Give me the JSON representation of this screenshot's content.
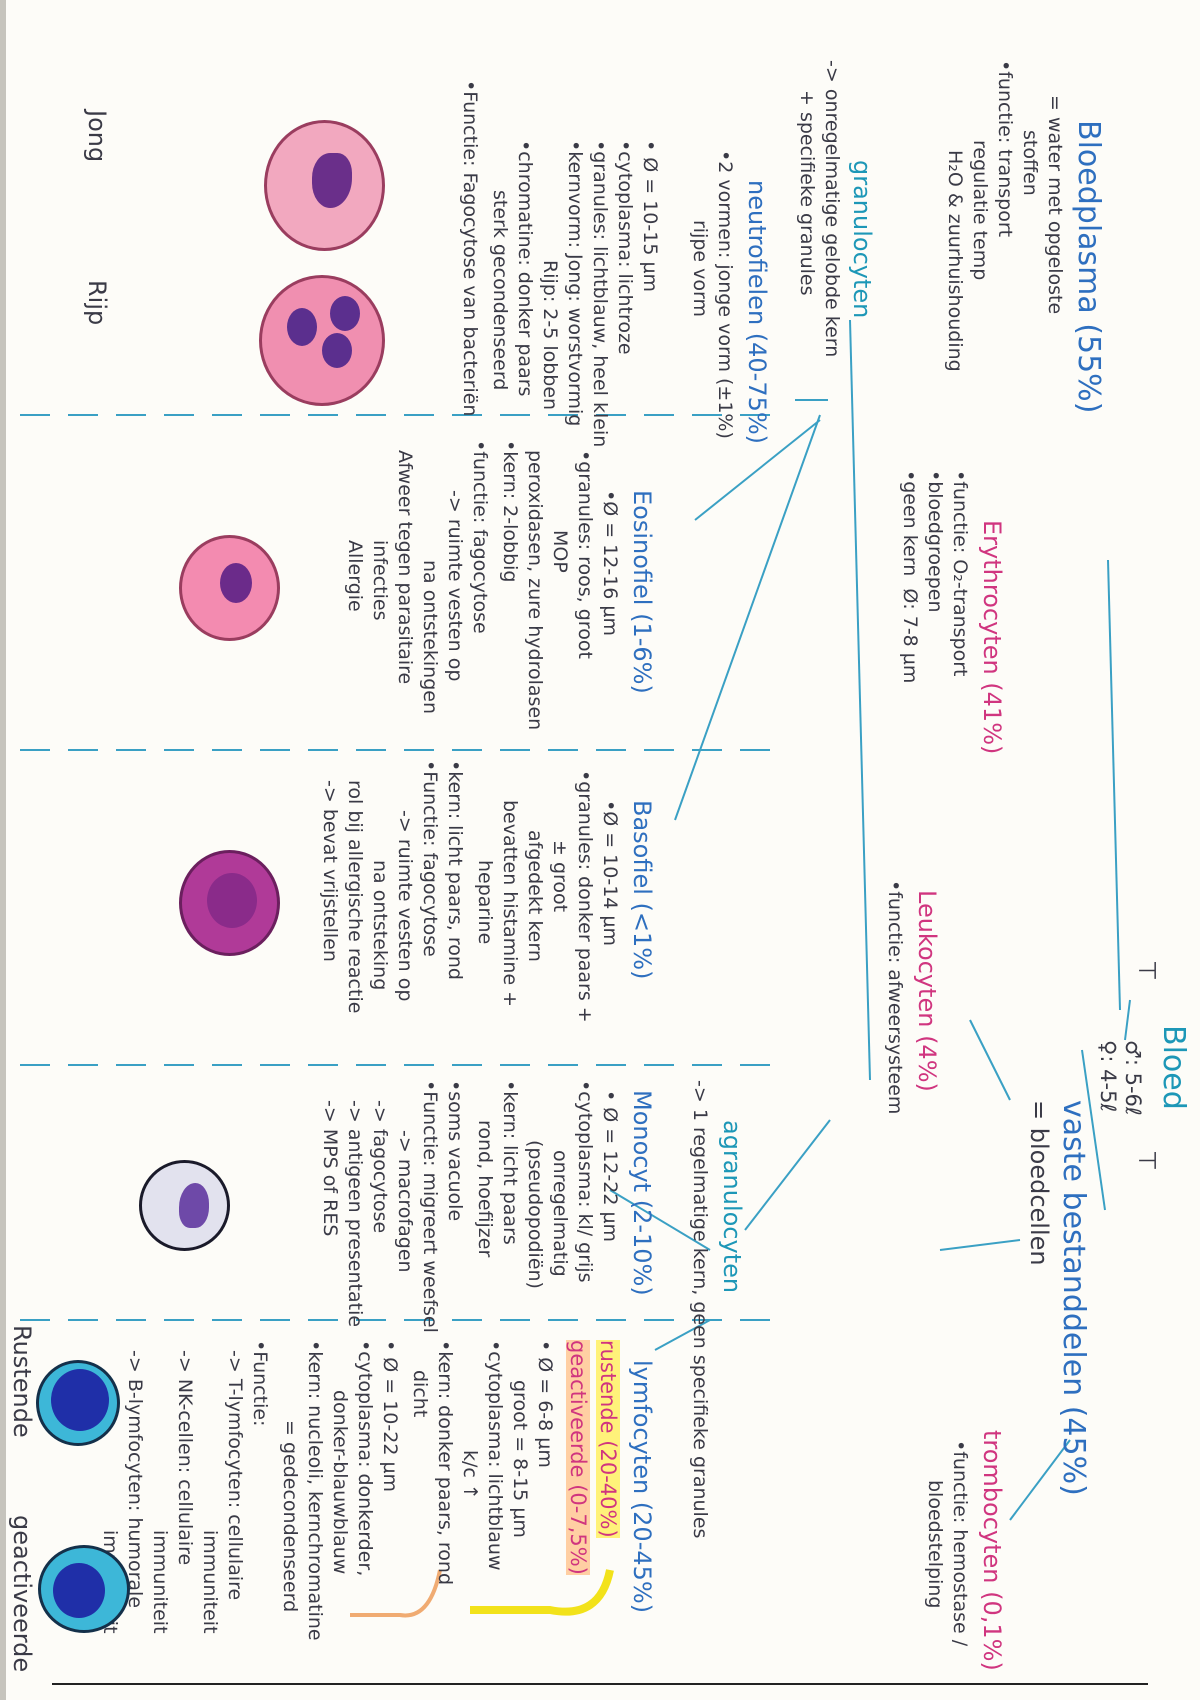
{
  "root": {
    "title": "Bloed",
    "stat_male": "♂: 5-6ℓ",
    "stat_female": "♀: 4-5ℓ",
    "sym_left": "⊤",
    "sym_right": "⊤"
  },
  "plasma": {
    "title": "Bloedplasma (55%)",
    "lines": [
      "= water met opgeloste",
      "stoffen",
      "•functie: transport",
      "regulatie temp",
      "H₂O & zuurhuishouding"
    ]
  },
  "vaste": {
    "title": "vaste bestanddelen (45%)",
    "sub": "= bloedcellen"
  },
  "erythro": {
    "title": "Erythrocyten (41%)",
    "lines": [
      "•functie: O₂-transport",
      "•bloedgroepen",
      "•geen kern  Ø: 7-8 µm"
    ]
  },
  "leuko": {
    "title": "Leukocyten (4%)",
    "sub": "•functie: afweersysteem"
  },
  "thrombo": {
    "title": "trombocyten (0,1%)",
    "lines": [
      "•functie: hemostase /",
      "bloedstelping"
    ]
  },
  "granulo": {
    "title": "granulocyten",
    "lines": [
      "-> onregelmatige gelobde kern",
      "+ specifieke granules"
    ]
  },
  "agranulo": {
    "title": "agranulocyten",
    "lines": [
      "-> 1 regelmatige kern, geen specifieke granules"
    ]
  },
  "neutro": {
    "title": "neutrofielen (40-75%)",
    "lines": [
      "•2 vormen: jonge vorm (±1%)",
      "rijpe vorm",
      "• Ø = 10-15 µm",
      "•cytoplasma: lichtroze",
      "•granules: lichtblauw, heel klein",
      "•kernvorm: Jong: worstvormig",
      "Rijp: 2-5 lobben",
      "•chromatine: donker paars",
      "sterk gecondenseerd",
      "•Functie: Fagocytose van bacteriën"
    ],
    "cell_labels": [
      "Jong",
      "Rijp"
    ]
  },
  "eosino": {
    "title": "Eosinofiel (1-6%)",
    "lines": [
      "•Ø = 12-16 µm",
      "•granules: roos, groot",
      "MOP",
      "peroxidasen, zure hydrolasen",
      "•kern: 2-lobbig",
      "•functie: fagocytose",
      "-> ruimte vesten op",
      "na ontstekingen",
      "Afweer tegen parasitaire",
      "infecties",
      "Allergie"
    ]
  },
  "baso": {
    "title": "Basofiel (<1%)",
    "lines": [
      "•Ø = 10-14 µm",
      "•granules: donker paars +",
      "± groot",
      "afgedekt kern",
      "bevatten histamine +",
      "heparine",
      "•kern: licht paars, rond",
      "•Functie: fagocytose",
      "-> ruimte vesten op",
      "na ontsteking",
      "rol bij allergische reactie",
      "-> bevat vrijstellen"
    ]
  },
  "mono": {
    "title": "Monocyt (2-10%)",
    "lines": [
      "• Ø = 12-22 µm",
      "•cytoplasma: kl/ grijs",
      "onregelmatig",
      "(pseudopodiën)",
      "•kern: licht paars",
      "rond, hoefijzer",
      "•soms vacuole",
      "•Functie: migreert weefsel",
      "-> macrofagen",
      "-> fagocytose",
      "-> antigeen presentatie",
      "-> MPS of RES"
    ]
  },
  "lympho": {
    "title": "lymfocyten (20-45%)",
    "rustend": "rustende (20-40%)",
    "geactiveerd": "geactiveerde (0-7,5%)",
    "r_lines": [
      "• Ø = 6-8 µm",
      "groot = 8-15 µm",
      "•cytoplasma: lichtblauw",
      "k/c ↑",
      "•kern: donker paars, rond",
      "dicht"
    ],
    "g_lines": [
      "• Ø = 10-22 µm",
      "•cytoplasma: donkerder,",
      "donker-blauwblauw",
      "•kern: nucleoli, kernchromatine",
      "= gedecondenseerd"
    ],
    "f_lines": [
      "•Functie:",
      "-> T-lymfocyten: cellulaire",
      "immuniteit",
      "-> NK-cellen: cellulaire",
      "immuniteit",
      "-> B-lymfocyten: humorale",
      "immuniteit"
    ],
    "cell_labels": [
      "Rustende",
      "geactiveerde"
    ]
  },
  "colors": {
    "pink": "#d0357f",
    "blue": "#2e6fbf",
    "teal": "#1d97b7",
    "line": "#3aa0c4",
    "highlight_yellow": "#fff27a",
    "highlight_orange": "#ffcfa3"
  }
}
